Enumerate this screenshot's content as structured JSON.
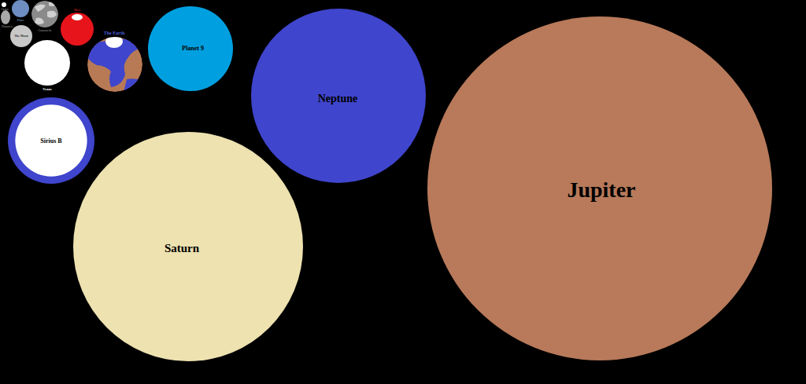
{
  "diagram": {
    "nodes": [
      {
        "text": [
          "Ceres"
        ]
      },
      {
        "text": [
          "Haumea"
        ]
      },
      {
        "text": [
          "Pluto"
        ]
      },
      {
        "text": [
          "Ganymede"
        ]
      },
      {
        "text": [
          "The Moon"
        ]
      },
      {
        "text": [
          "Mars"
        ]
      },
      {
        "text": [
          "Venus"
        ]
      },
      {
        "text": [
          "The Earth"
        ]
      },
      {
        "text": [
          "Planet 9"
        ]
      },
      {
        "text": [
          "Sirius B"
        ]
      },
      {
        "text": [
          "Neptune"
        ]
      },
      {
        "text": [
          "Saturn"
        ]
      },
      {
        "text": [
          "Jupiter"
        ]
      }
    ]
  }
}
